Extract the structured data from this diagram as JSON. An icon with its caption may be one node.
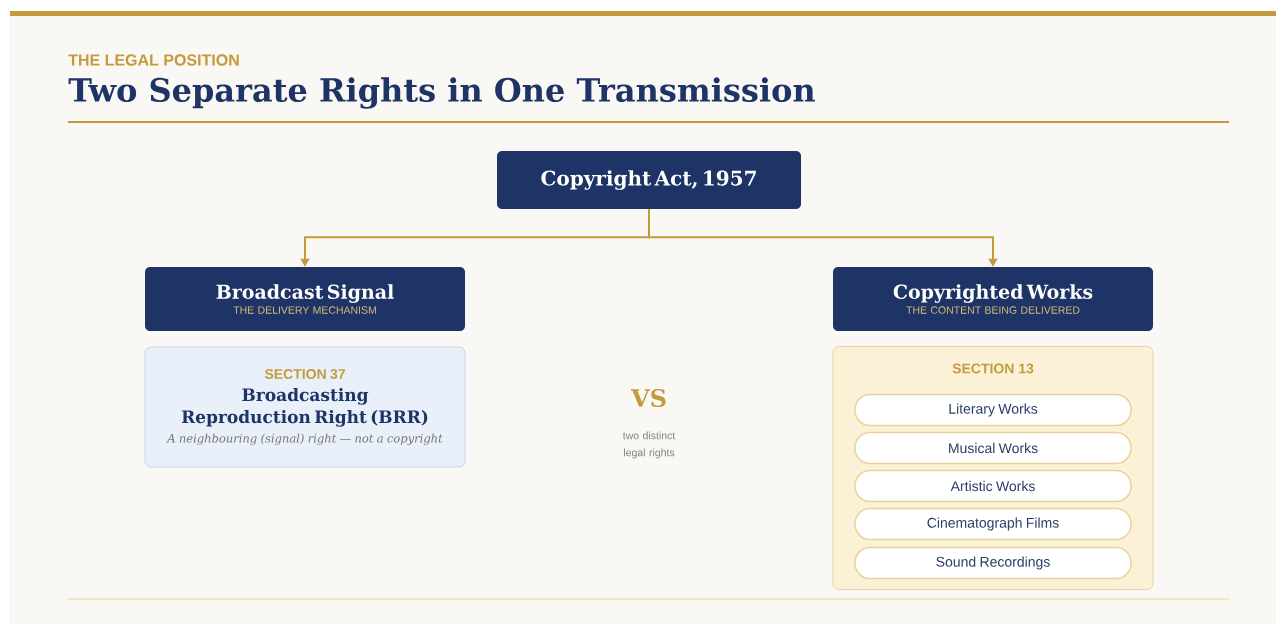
{
  "diagram": {
    "title": "Two Separate Rights in One Transmission",
    "nodes": [
      {
        "text": [
          "Copyright Act, 1957"
        ]
      },
      {
        "text": [
          "Broadcast Signal",
          "THE DELIVERY MECHANISM"
        ]
      },
      {
        "text": [
          "SECTION 37",
          "Broadcasting Reproduction Right (BRR)",
          "A neighbouring (signal) right — not a copyright"
        ]
      },
      {
        "text": [
          "Copyrighted Works",
          "THE CONTENT BEING DELIVERED"
        ]
      },
      {
        "text": [
          "SECTION 13"
        ]
      },
      {
        "text": [
          "Literary Works"
        ],
        "in": 4
      },
      {
        "text": [
          "Musical Works"
        ],
        "in": 4
      },
      {
        "text": [
          "Artistic Works"
        ],
        "in": 4
      },
      {
        "text": [
          "Cinematograph Films"
        ],
        "in": 4
      },
      {
        "text": [
          "Sound Recordings"
        ],
        "in": 4
      }
    ],
    "edges": [
      {
        "from": 0,
        "to": 1,
        "arrow": "to"
      },
      {
        "from": 0,
        "to": 3,
        "arrow": "to"
      }
    ],
    "labels": [
      "THE LEGAL POSITION",
      "VS",
      "two distinct legal rights"
    ]
  }
}
